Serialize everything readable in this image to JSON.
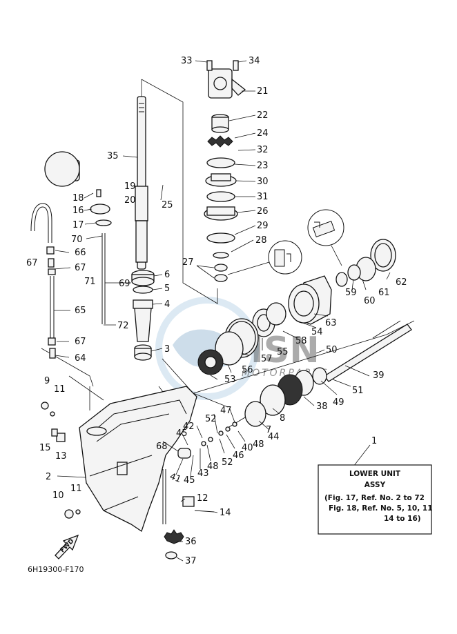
{
  "diagram": {
    "code": "6H19300-F170",
    "labels": [
      "1",
      "2",
      "3",
      "4",
      "5",
      "6",
      "7",
      "8",
      "9",
      "10",
      "11",
      "11",
      "12",
      "13",
      "14",
      "15",
      "16",
      "17",
      "18",
      "19",
      "20",
      "21",
      "22",
      "23",
      "24",
      "25",
      "26",
      "27",
      "28",
      "29",
      "30",
      "31",
      "32",
      "33",
      "34",
      "35",
      "36",
      "37",
      "38",
      "39",
      "40",
      "41",
      "42",
      "43",
      "44",
      "45",
      "45",
      "46",
      "47",
      "48",
      "48",
      "49",
      "50",
      "51",
      "52",
      "52",
      "53",
      "54",
      "55",
      "56",
      "57",
      "58",
      "59",
      "60",
      "61",
      "62",
      "63",
      "64",
      "65",
      "66",
      "67",
      "67",
      "67",
      "68",
      "69",
      "70",
      "71",
      "72"
    ]
  },
  "info_box": {
    "title": "LOWER UNIT",
    "subtitle": "ASSY",
    "line1": "(Fig. 17, Ref. No. 2 to 72",
    "line2": "Fig. 18, Ref. No. 5, 10, 11",
    "line3": "14 to 16)"
  },
  "fwd_arrow": {
    "text": "FWD"
  },
  "watermark": {
    "brand": "MSN",
    "sub": "MOTORPARTS"
  }
}
